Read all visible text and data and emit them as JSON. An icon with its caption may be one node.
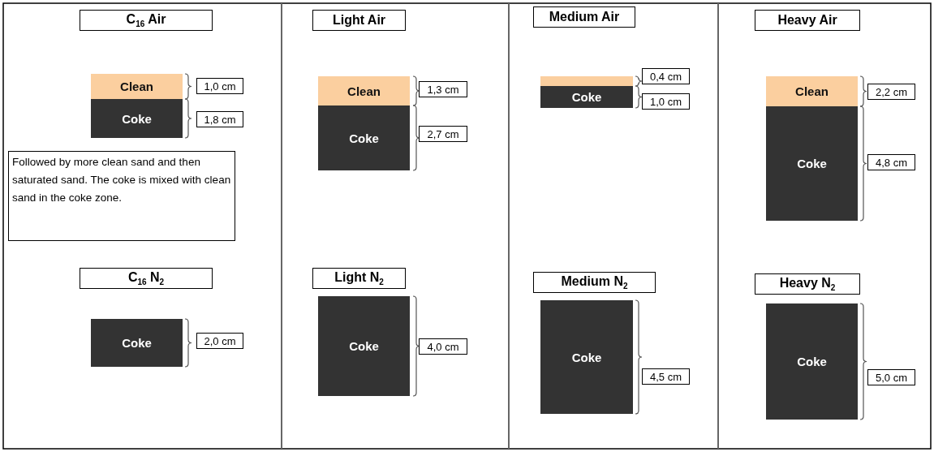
{
  "diagram": {
    "nodes": [
      {
        "text": [
          "C$_{16}$ Air"
        ]
      },
      {
        "text": [
          "Clean"
        ]
      },
      {
        "text": [
          "Coke"
        ]
      },
      {
        "text": [
          "1,0 cm"
        ]
      },
      {
        "text": [
          "1,8 cm"
        ]
      },
      {
        "text": [
          "Followed by more clean sand and then saturated sand. The coke is mixed with clean sand in the coke zone."
        ]
      },
      {
        "text": [
          "Light Air"
        ]
      },
      {
        "text": [
          "Clean"
        ]
      },
      {
        "text": [
          "Coke"
        ]
      },
      {
        "text": [
          "1,3 cm"
        ]
      },
      {
        "text": [
          "2,7 cm"
        ]
      },
      {
        "text": [
          "Medium Air"
        ]
      },
      {
        "text": [],
        "shape": "bar"
      },
      {
        "text": [
          "Coke"
        ]
      },
      {
        "text": [
          "0,4 cm"
        ]
      },
      {
        "text": [
          "1,0 cm"
        ]
      },
      {
        "text": [
          "Heavy Air"
        ]
      },
      {
        "text": [
          "Clean"
        ]
      },
      {
        "text": [
          "Coke"
        ]
      },
      {
        "text": [
          "2,2 cm"
        ]
      },
      {
        "text": [
          "4,8 cm"
        ]
      },
      {
        "text": [
          "C$_{16}$ N$_{2}$"
        ]
      },
      {
        "text": [
          "Coke"
        ]
      },
      {
        "text": [
          "2,0 cm"
        ]
      },
      {
        "text": [
          "Light N$_{2}$"
        ]
      },
      {
        "text": [
          "Coke"
        ]
      },
      {
        "text": [
          "4,0 cm"
        ]
      },
      {
        "text": [
          "Medium N$_{2}$"
        ]
      },
      {
        "text": [
          "Coke"
        ]
      },
      {
        "text": [
          "4,5 cm"
        ]
      },
      {
        "text": [
          "Heavy N$_{2}$"
        ]
      },
      {
        "text": [
          "Coke"
        ]
      },
      {
        "text": [
          "5,0 cm"
        ]
      }
    ]
  }
}
